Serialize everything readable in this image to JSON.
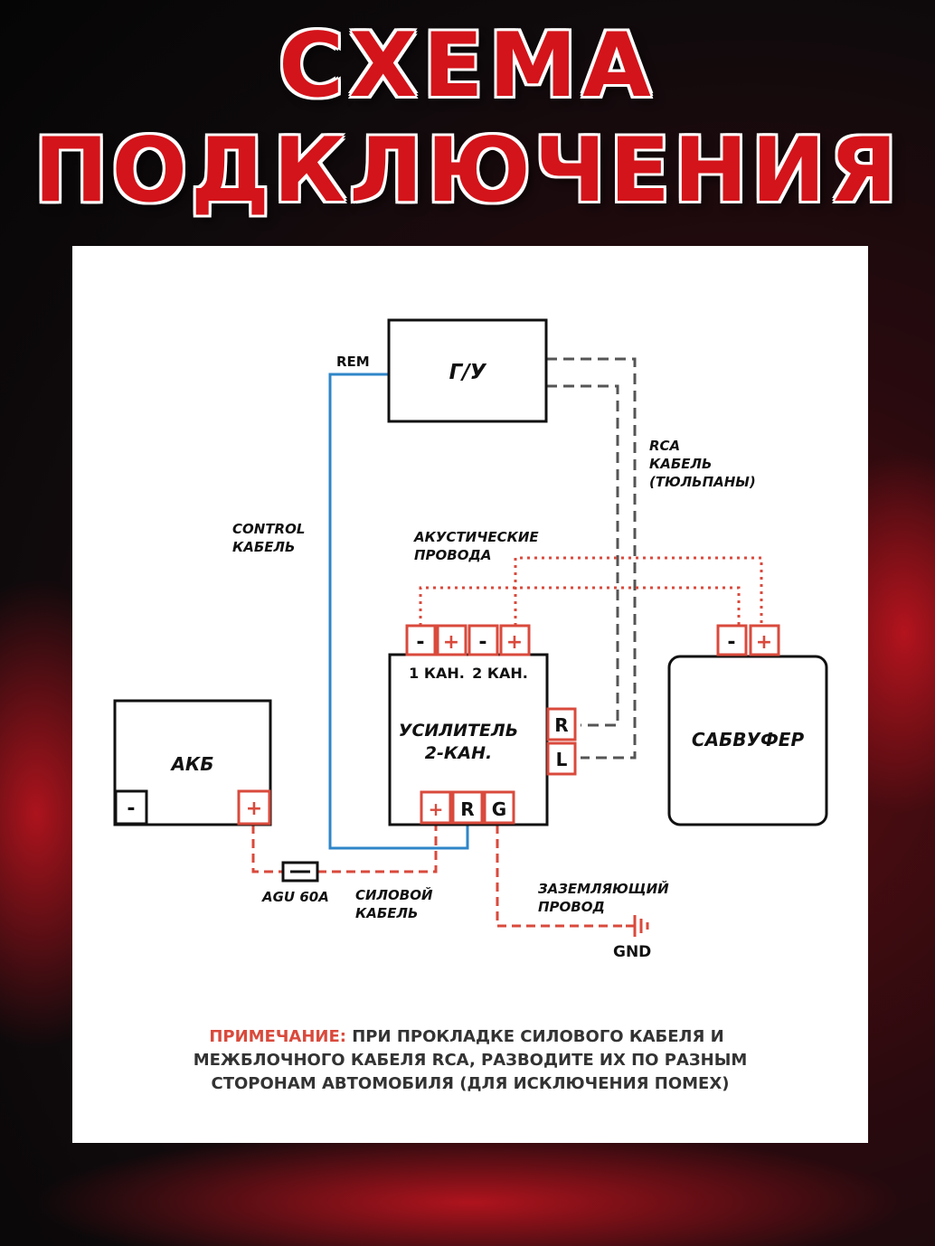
{
  "title": {
    "line1": "СХЕМА",
    "line2": "ПОДКЛЮЧЕНИЯ"
  },
  "blocks": {
    "head_unit": "Г/У",
    "amplifier_line1": "УСИЛИТЕЛЬ",
    "amplifier_line2": "2-КАН.",
    "channel1": "1 КАН.",
    "channel2": "2 КАН.",
    "battery": "АКБ",
    "subwoofer": "САБВУФЕР"
  },
  "terminals": {
    "minus": "-",
    "plus": "+",
    "right": "R",
    "left": "L",
    "remote": "R",
    "ground": "G"
  },
  "labels": {
    "rem": "REM",
    "control_line1": "CONTROL",
    "control_line2": "КАБЕЛЬ",
    "rca_line1": "RCA",
    "rca_line2": "КАБЕЛЬ",
    "rca_line3": "(ТЮЛЬПАНЫ)",
    "speaker_line1": "АКУСТИЧЕСКИЕ",
    "speaker_line2": "ПРОВОДА",
    "fuse": "AGU 60A",
    "power_line1": "СИЛОВОЙ",
    "power_line2": "КАБЕЛЬ",
    "ground_line1": "ЗАЗЕМЛЯЮЩИЙ",
    "ground_line2": "ПРОВОД",
    "gnd": "GND"
  },
  "note": {
    "prefix": "ПРИМЕЧАНИЕ:",
    "line1": "ПРИ ПРОКЛАДКЕ СИЛОВОГО КАБЕЛЯ И",
    "line2": "МЕЖБЛОЧНОГО КАБЕЛЯ RCA, РАЗВОДИТЕ ИХ ПО РАЗНЫМ",
    "line3": "СТОРОНАМ АВТОМОБИЛЯ (ДЛЯ ИСКЛЮЧЕНИЯ ПОМЕХ)"
  },
  "colors": {
    "title": "#d3141a",
    "wire_red": "#d94a3c",
    "wire_blue": "#2f86c8",
    "wire_gray": "#555555",
    "note_red": "#d94a3c"
  }
}
